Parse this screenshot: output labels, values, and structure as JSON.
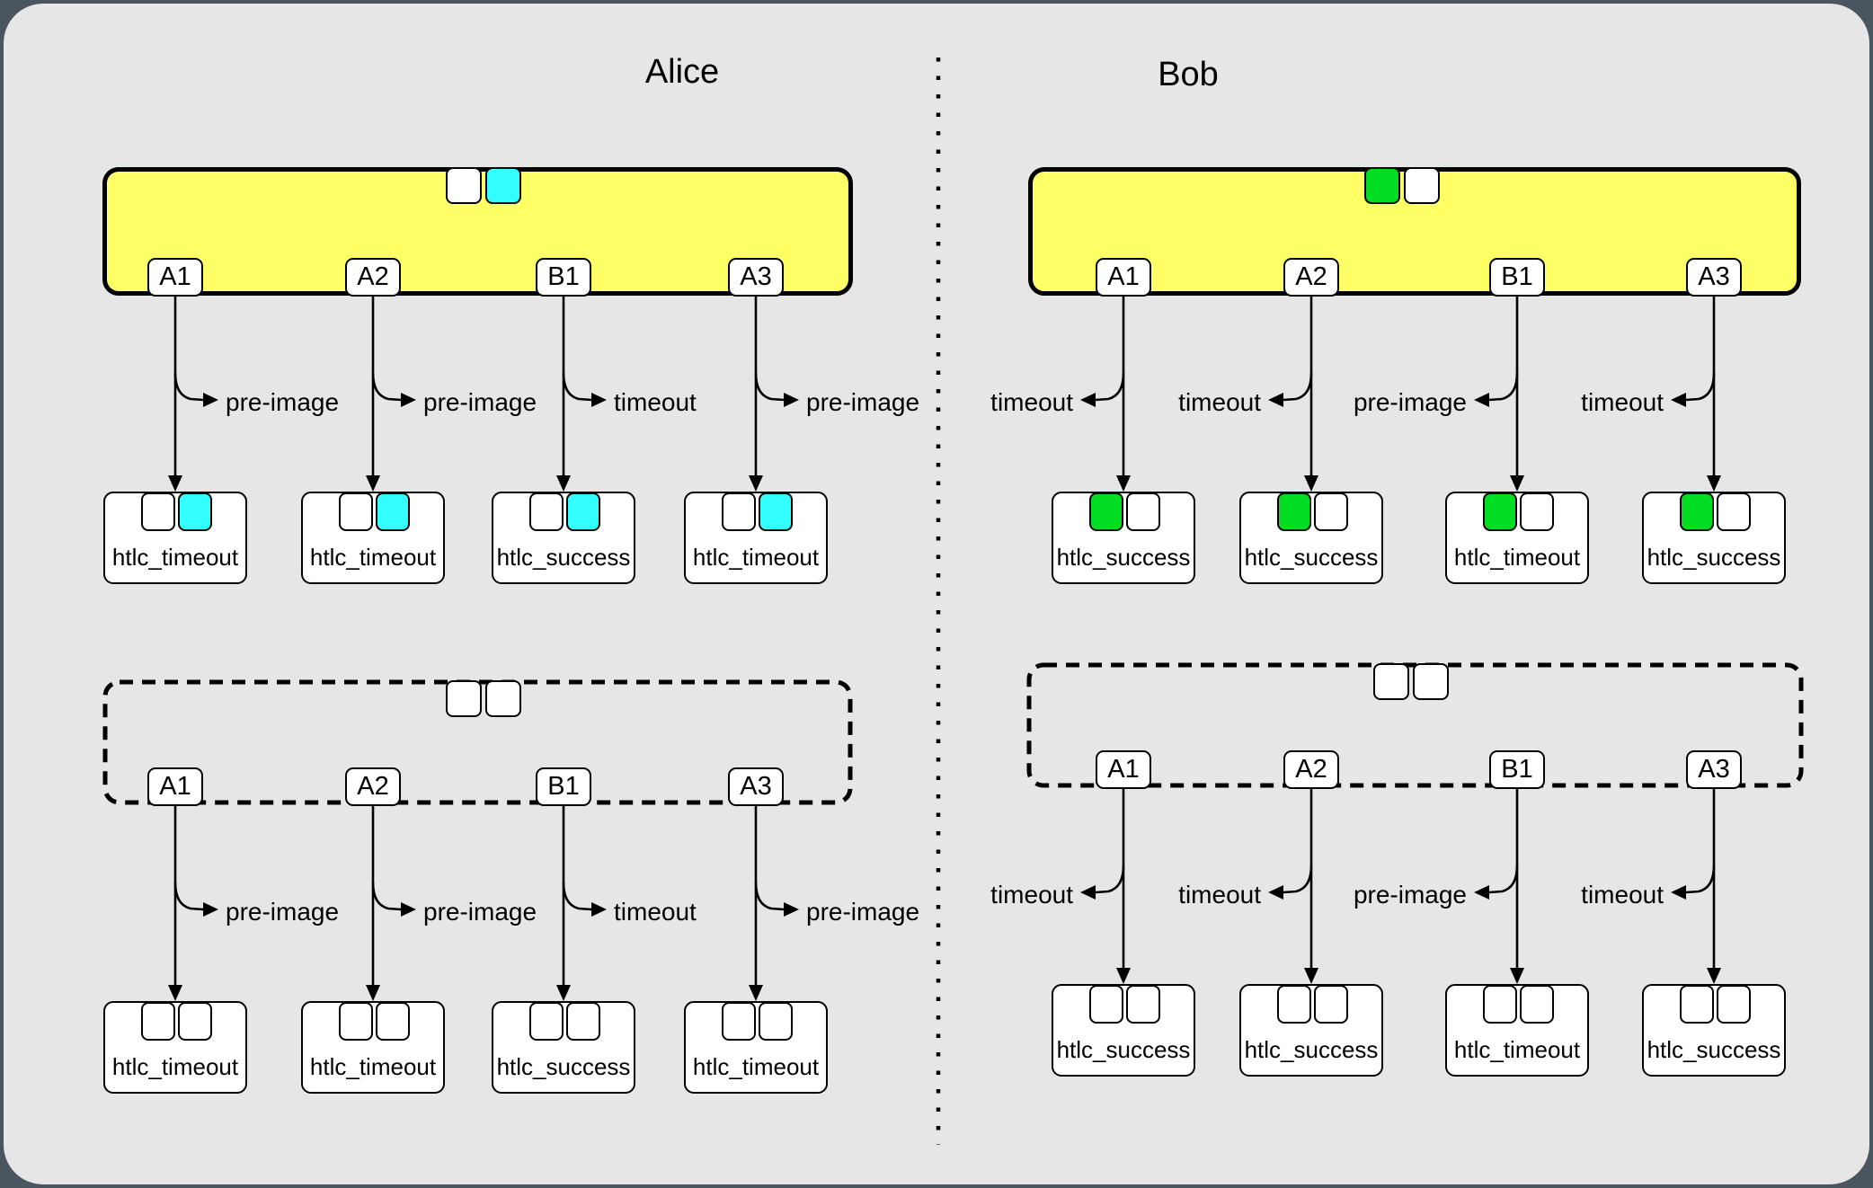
{
  "diagram": {
    "divider_style": "dotted-vertical-line",
    "colors": {
      "backdrop": "#4b5560",
      "panel": "#e6e6e6",
      "commitment_fill": "#ffff66",
      "stroke": "#000000",
      "white": "#ffffff",
      "cyan": "#33ffff",
      "green": "#00dd22"
    }
  },
  "sections": [
    {
      "title": "Alice",
      "groups": [
        {
          "kind": "commitment-tx",
          "border": "solid",
          "chips": [
            "white",
            "cyan"
          ],
          "channels": [
            {
              "tab": "A1",
              "action": "pre-image",
              "result": "htlc_timeout",
              "chips": [
                "white",
                "cyan"
              ]
            },
            {
              "tab": "A2",
              "action": "pre-image",
              "result": "htlc_timeout",
              "chips": [
                "white",
                "cyan"
              ]
            },
            {
              "tab": "B1",
              "action": "timeout",
              "result": "htlc_success",
              "chips": [
                "white",
                "cyan"
              ]
            },
            {
              "tab": "A3",
              "action": "pre-image",
              "result": "htlc_timeout",
              "chips": [
                "white",
                "cyan"
              ]
            }
          ]
        },
        {
          "kind": "revoked-commitment-tx",
          "border": "dashed",
          "chips": [
            "white",
            "white"
          ],
          "channels": [
            {
              "tab": "A1",
              "action": "pre-image",
              "result": "htlc_timeout",
              "chips": [
                "white",
                "white"
              ]
            },
            {
              "tab": "A2",
              "action": "pre-image",
              "result": "htlc_timeout",
              "chips": [
                "white",
                "white"
              ]
            },
            {
              "tab": "B1",
              "action": "timeout",
              "result": "htlc_success",
              "chips": [
                "white",
                "white"
              ]
            },
            {
              "tab": "A3",
              "action": "pre-image",
              "result": "htlc_timeout",
              "chips": [
                "white",
                "white"
              ]
            }
          ]
        }
      ]
    },
    {
      "title": "Bob",
      "groups": [
        {
          "kind": "commitment-tx",
          "border": "solid",
          "chips": [
            "green",
            "white"
          ],
          "channels": [
            {
              "tab": "A1",
              "action": "timeout",
              "result": "htlc_success",
              "chips": [
                "green",
                "white"
              ]
            },
            {
              "tab": "A2",
              "action": "timeout",
              "result": "htlc_success",
              "chips": [
                "green",
                "white"
              ]
            },
            {
              "tab": "B1",
              "action": "pre-image",
              "result": "htlc_timeout",
              "chips": [
                "green",
                "white"
              ]
            },
            {
              "tab": "A3",
              "action": "timeout",
              "result": "htlc_success",
              "chips": [
                "green",
                "white"
              ]
            }
          ]
        },
        {
          "kind": "revoked-commitment-tx",
          "border": "dashed",
          "chips": [
            "white",
            "white"
          ],
          "channels": [
            {
              "tab": "A1",
              "action": "timeout",
              "result": "htlc_success",
              "chips": [
                "white",
                "white"
              ]
            },
            {
              "tab": "A2",
              "action": "timeout",
              "result": "htlc_success",
              "chips": [
                "white",
                "white"
              ]
            },
            {
              "tab": "B1",
              "action": "pre-image",
              "result": "htlc_timeout",
              "chips": [
                "white",
                "white"
              ]
            },
            {
              "tab": "A3",
              "action": "timeout",
              "result": "htlc_success",
              "chips": [
                "white",
                "white"
              ]
            }
          ]
        }
      ]
    }
  ]
}
